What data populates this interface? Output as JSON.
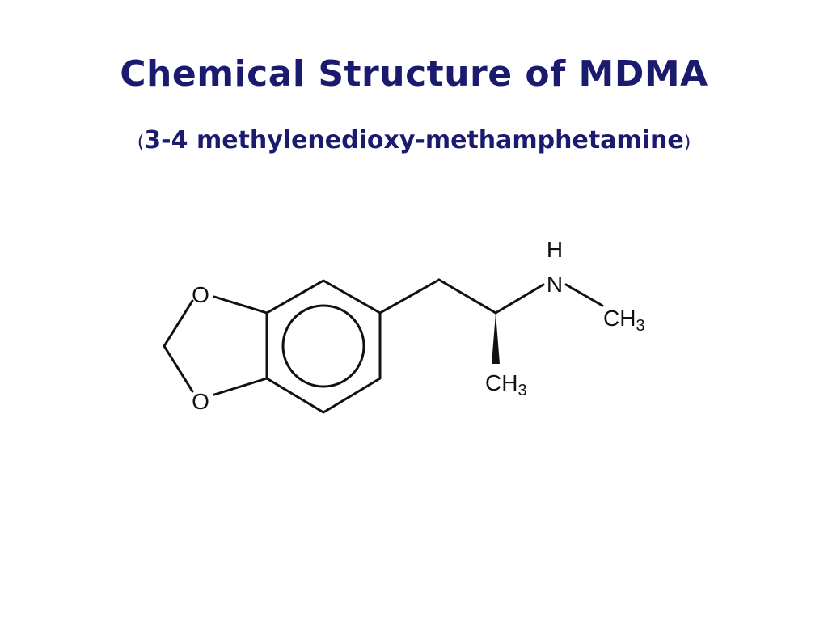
{
  "slide": {
    "title": "Chemical Structure of MDMA",
    "subtitle": {
      "open_paren": "(",
      "text": "3-4 methylenedioxy-methamphetamine",
      "close_paren": ")"
    }
  },
  "structure": {
    "atoms": {
      "o_top": "O",
      "o_bottom": "O",
      "h": "H",
      "n": "N",
      "ch3_n": {
        "main": "CH",
        "sub": "3"
      },
      "ch3_chiral": {
        "main": "CH",
        "sub": "3"
      }
    }
  },
  "colors": {
    "title": "#1a1a6e",
    "bonds": "#111111",
    "background": "#ffffff"
  }
}
